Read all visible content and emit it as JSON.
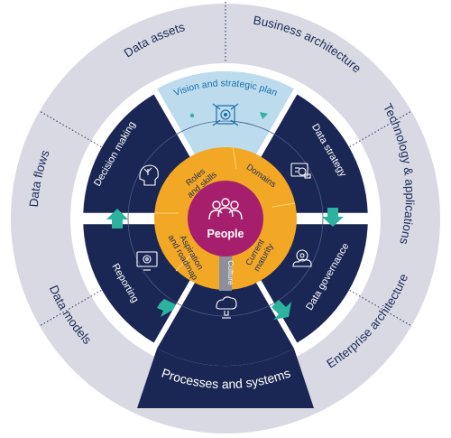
{
  "outer_ring": {
    "data_assets": "Data assets",
    "business_architecture": "Business architecture",
    "technology_applications": "Technology & applications",
    "enterprise_architecture": "Enterprise architecture",
    "data_models": "Data models",
    "data_flows": "Data flows"
  },
  "segments": {
    "vision": "Vision and strategic plan",
    "data_strategy": "Data strategy",
    "data_governance": "Data governance",
    "processes_systems": "Processes and systems",
    "reporting": "Reporting",
    "decision_making": "Decision making"
  },
  "core": {
    "roles_line1": "Roles",
    "roles_line2": "and skills",
    "domains": "Domains",
    "current_line1": "Current",
    "current_line2": "maturity",
    "culture": "Culture",
    "aspiration_line1": "Aspiration",
    "aspiration_line2": "and roadmap",
    "center": "People"
  },
  "colors": {
    "outer_ring": "#d8d9e2",
    "navy": "#1a2754",
    "vision_fill": "#bcdcee",
    "gold": "#f2a825",
    "magenta": "#a61f6d",
    "teal": "#2bb3a0",
    "culture_bar": "#8d8f9c"
  },
  "icons": [
    "target-network-icon",
    "chart-report-icon",
    "gear-cloud-icon",
    "lightbulb-cloud-icon",
    "monitor-gear-icon",
    "head-arrows-icon",
    "people-group-icon"
  ]
}
